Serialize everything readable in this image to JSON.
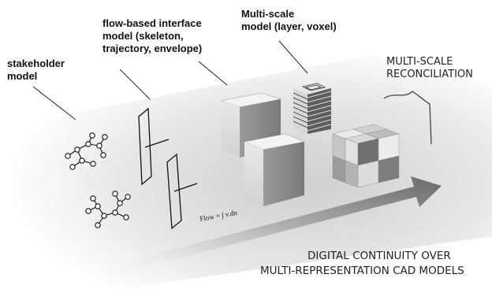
{
  "labels": {
    "stakeholder": [
      "stakeholder",
      "model"
    ],
    "flow_interface": [
      "flow-based interface",
      "model (skeleton,",
      "trajectory, envelope)"
    ],
    "multiscale": [
      "Multi-scale",
      "model (layer, voxel)"
    ],
    "reconciliation": [
      "MULTI-SCALE",
      "RECONCILIATION"
    ],
    "formula": "Flow = ∫ v.dn",
    "continuity": [
      "DIGITAL CONTINUITY OVER",
      "MULTI-REPRESENTATION CAD MODELS"
    ]
  },
  "colors": {
    "cube_top": "#f2f2f2",
    "cube_front": "#dcdcdc",
    "cube_side": "#8c8c8c",
    "arrow_dark": "#6e6e6e",
    "floor": "#d6d6d6"
  }
}
